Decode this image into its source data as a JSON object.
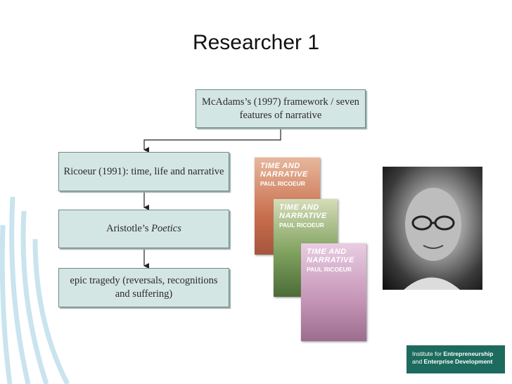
{
  "title": "Researcher 1",
  "boxes": {
    "mcadams": "McAdams’s (1997) framework / seven features of narrative",
    "ricoeur": "Ricoeur (1991): time, life and narrative",
    "aristotle_prefix": "Aristotle’s ",
    "aristotle_em": "Poetics",
    "epic": "epic tragedy (reversals, recognitions and suffering)"
  },
  "books": [
    {
      "title_line1": "TIME AND",
      "title_line2": "NARRATIVE",
      "author": "PAUL RICOEUR"
    },
    {
      "title_line1": "TIME AND",
      "title_line2": "NARRATIVE",
      "author": "PAUL RICOEUR"
    },
    {
      "title_line1": "TIME AND",
      "title_line2": "NARRATIVE",
      "author": "PAUL RICOEUR"
    }
  ],
  "logo": {
    "line1_prefix": "Institute for ",
    "line1_bold": "Entrepreneurship",
    "line2_prefix": "and ",
    "line2_bold": "Enterprise Development"
  },
  "colors": {
    "box_fill": "#d4e6e4",
    "box_border": "#6d8b87",
    "logo_bg": "#1c6b5e",
    "deco_stroke": "#c9e4ee"
  }
}
